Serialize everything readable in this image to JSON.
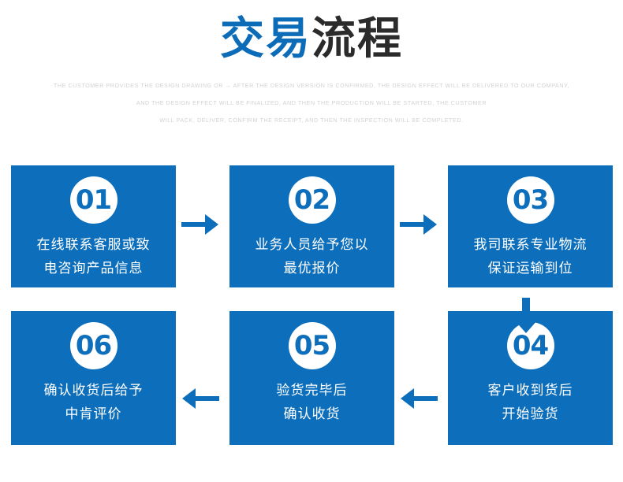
{
  "header": {
    "title_blue": "交易",
    "title_dark": "流程",
    "subtitle_lines": [
      "THE CUSTOMER PROVIDES THE DESIGN DRAWING OR → AFTER THE DESIGN VERSION IS CONFIRMED, THE DESIGN EFFECT WILL BE DELIVERED TO OUR COMPANY,",
      "AND THE DESIGN EFFECT WILL BE FINALIZED, AND THEN THE PRODUCTION WILL BE STARTED, THE CUSTOMER",
      "WILL PACK, DELIVER, CONFIRM THE RECEIPT, AND THEN THE INSPECTION WILL BE COMPLETED."
    ]
  },
  "colors": {
    "brand_blue": "#0d6fbb",
    "title_blue": "#0c6cb8",
    "title_dark": "#2b2b2b",
    "subtitle_grey": "#d2d2d2",
    "card_text": "#ffffff"
  },
  "steps": [
    {
      "number": "01",
      "line1": "在线联系客服或致",
      "line2": "电咨询产品信息"
    },
    {
      "number": "02",
      "line1": "业务人员给予您以",
      "line2": "最优报价"
    },
    {
      "number": "03",
      "line1": "我司联系专业物流",
      "line2": "保证运输到位"
    },
    {
      "number": "04",
      "line1": "客户收到货后",
      "line2": "开始验货"
    },
    {
      "number": "05",
      "line1": "验货完毕后",
      "line2": "确认收货"
    },
    {
      "number": "06",
      "line1": "确认收货后给予",
      "line2": "中肯评价"
    }
  ],
  "arrows": [
    {
      "name": "arrow-step1-to-step2",
      "direction": "right"
    },
    {
      "name": "arrow-step2-to-step3",
      "direction": "right"
    },
    {
      "name": "arrow-step3-to-step4",
      "direction": "down"
    },
    {
      "name": "arrow-step4-to-step5",
      "direction": "left"
    },
    {
      "name": "arrow-step5-to-step6",
      "direction": "left"
    }
  ]
}
